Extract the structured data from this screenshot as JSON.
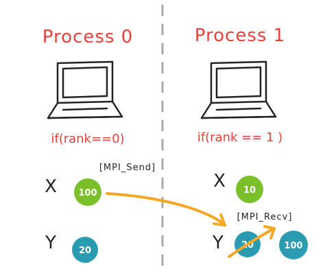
{
  "left": {
    "title": "Process 0",
    "condition": "if(rank==0)",
    "var_x": "X",
    "var_y": "Y",
    "x_value": "100",
    "y_value": "20"
  },
  "right": {
    "title": "Process 1",
    "condition": "if(rank == 1 )",
    "var_x": "X",
    "var_y": "Y",
    "x_value": "10",
    "y_value": "20",
    "received_value": "100"
  },
  "labels": {
    "send": "[MPI_Send]",
    "recv": "[MPI_Recv]"
  },
  "colors": {
    "title_red": "#e8413a",
    "green": "#7bbf2a",
    "teal": "#2a9bb0",
    "arrow": "#f5a623",
    "ink": "#222222",
    "divider": "#aaaaaa"
  }
}
